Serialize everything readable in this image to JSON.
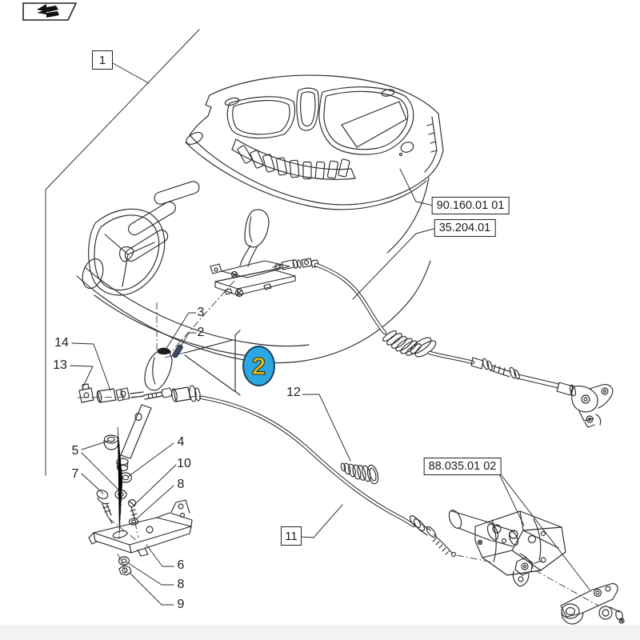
{
  "icons": {
    "back": "return-arrow"
  },
  "colors": {
    "line": "#2b2b2b",
    "highlight_fill": "#2da7df",
    "highlight_stroke": "#17405f",
    "highlight_text": "#e9c400",
    "highlighted_pin_fill": "#3c4f68"
  },
  "boxes": {
    "assembly": "1",
    "cable": "11",
    "ref_console": "90.160.01 01",
    "ref_cable": "35.204.01",
    "ref_valve": "88.035.01 02"
  },
  "highlight": {
    "label": "2"
  },
  "callouts": {
    "c2": "2",
    "c3": "3",
    "c4": "4",
    "c5": "5",
    "c6": "6",
    "c7": "7",
    "c8a": "8",
    "c8b": "8",
    "c9": "9",
    "c10": "10",
    "c12": "12",
    "c13": "13",
    "c14": "14"
  }
}
